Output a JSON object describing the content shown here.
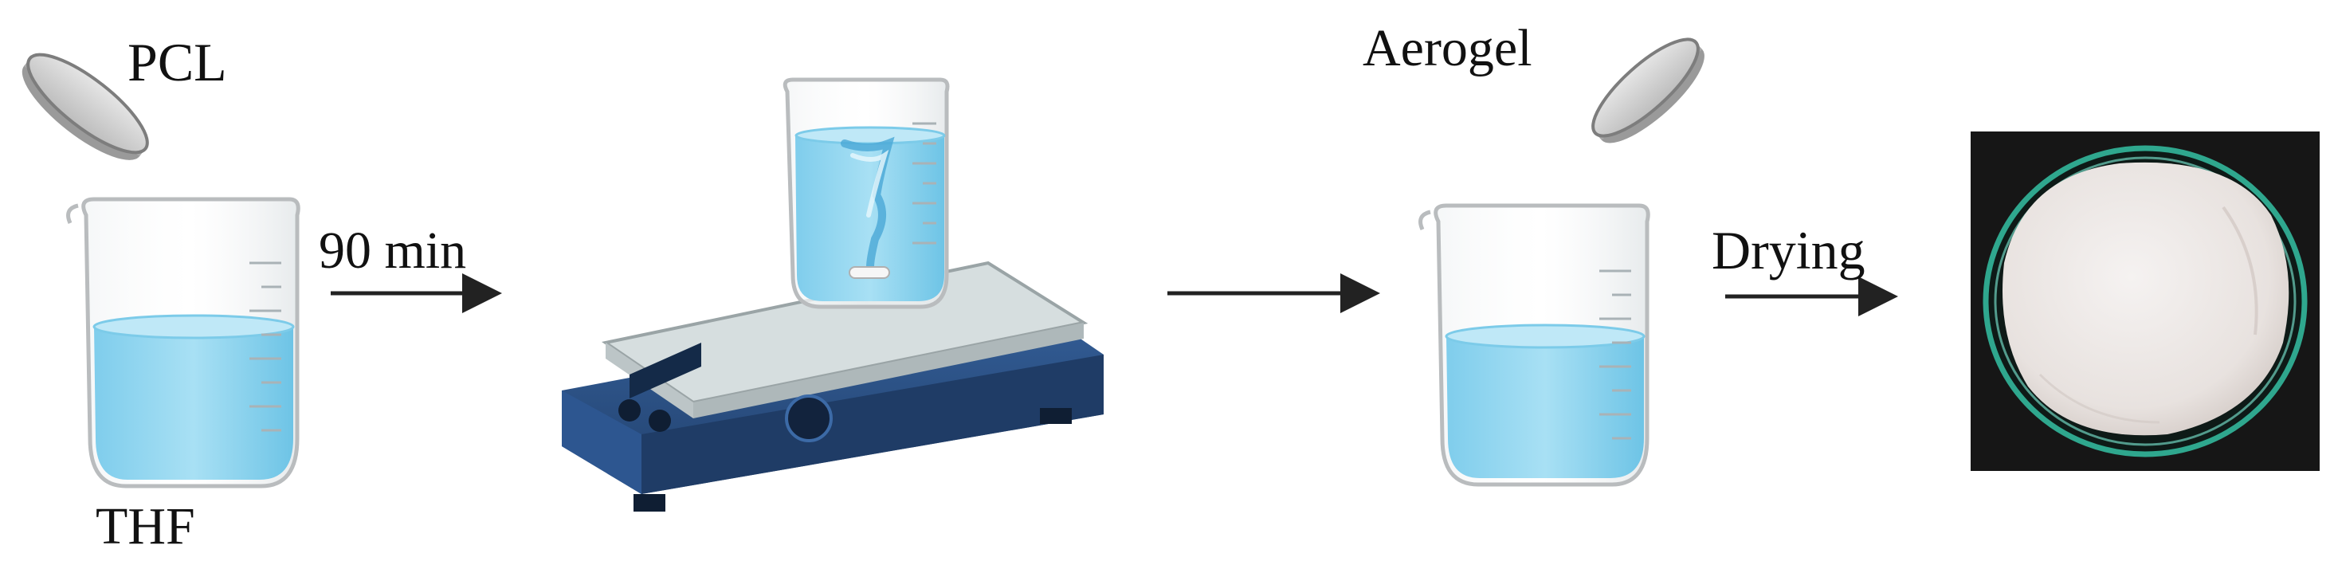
{
  "labels": {
    "pcl": "PCL",
    "thf": "THF",
    "time": "90 min",
    "aerogel": "Aerogel",
    "drying": "Drying"
  },
  "colors": {
    "liquid": "#8fd3ee",
    "liquid_dark": "#56b4dc",
    "glass_outline": "#b9bcbe",
    "disc": "#d2d2d2",
    "disc_outline": "#7d7d7d",
    "stirrer_body": "#2b4f84",
    "stirrer_top": "#cfd8da",
    "photo_bg": "#161616",
    "dish_rim": "#2fa78e",
    "aerogel_fill": "#ede8e6",
    "arrow": "#222222"
  },
  "icons": {
    "pcl_disc": "pcl-pellet-disc-icon",
    "thf_beaker": "thf-beaker-icon",
    "hot_plate": "magnetic-stirrer-icon",
    "stirred_beaker": "stirred-beaker-icon",
    "aerogel_disc": "aerogel-disc-icon",
    "aerogel_beaker": "aerogel-beaker-icon",
    "photo": "dried-aerogel-photo"
  }
}
